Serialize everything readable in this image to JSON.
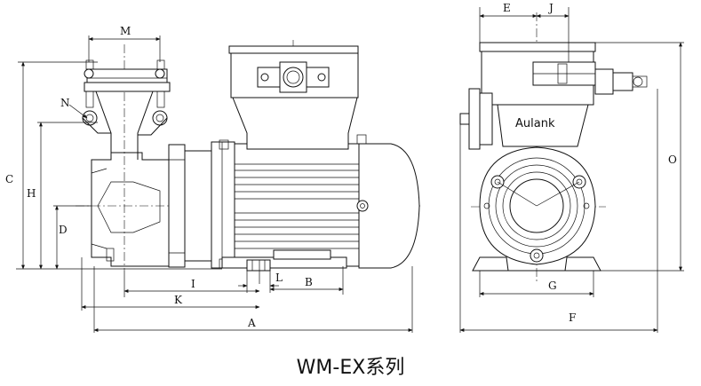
{
  "figure": {
    "caption": "WM-EX系列",
    "brand_mark": "Aulank"
  },
  "dimensions": {
    "side_view": [
      "M",
      "N",
      "C",
      "H",
      "D",
      "I",
      "K",
      "L",
      "B",
      "A"
    ],
    "end_view": [
      "E",
      "J",
      "O",
      "G",
      "F"
    ]
  }
}
